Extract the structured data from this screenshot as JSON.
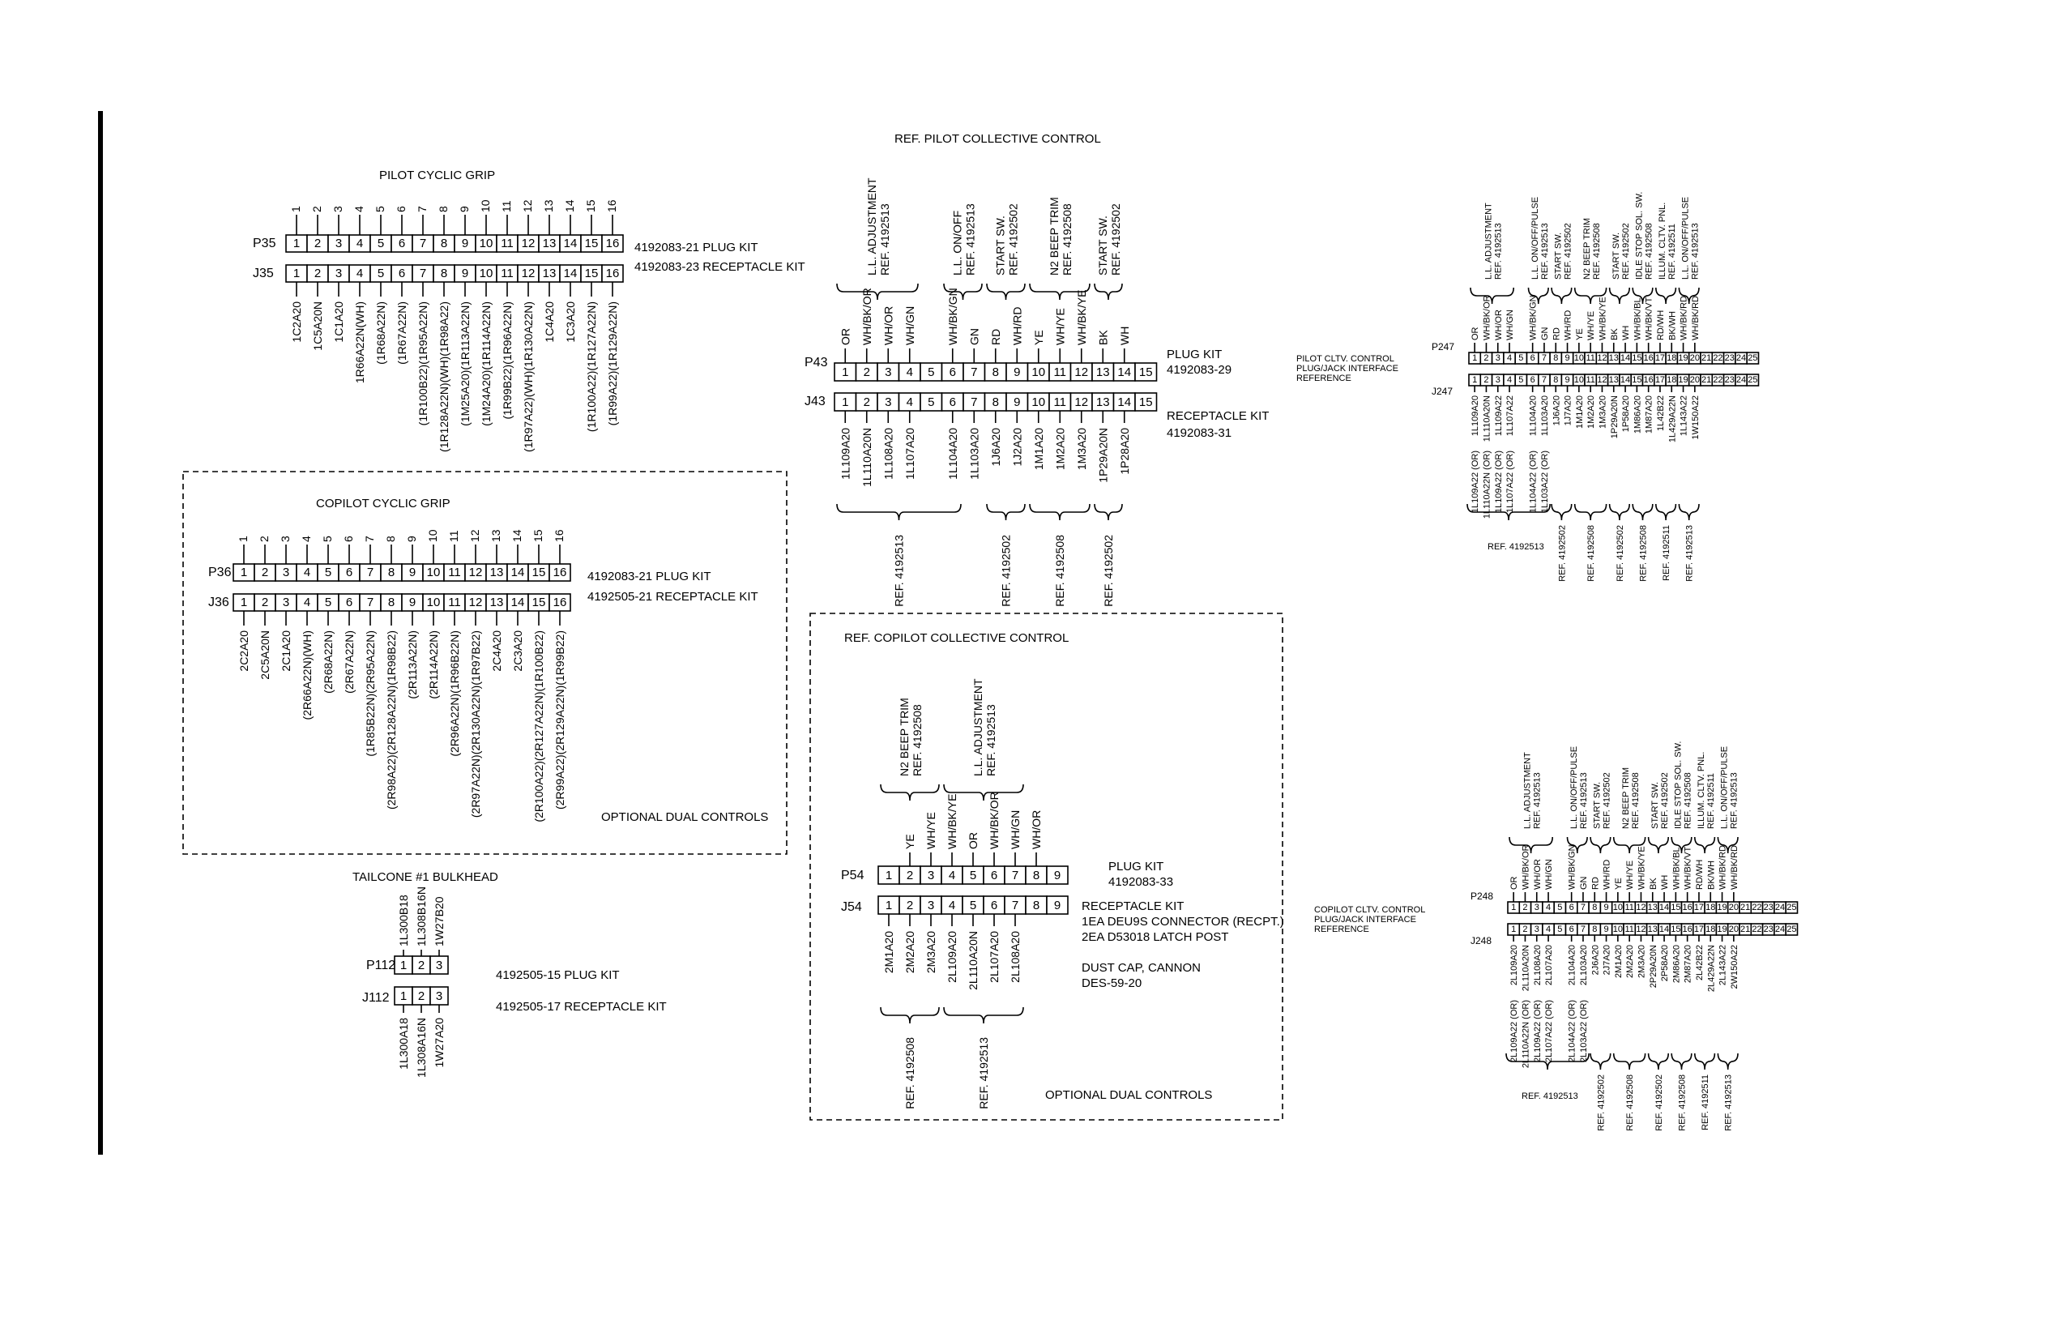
{
  "pilot_cyclic": {
    "title": "PILOT CYCLIC GRIP",
    "plug": {
      "id": "P35",
      "pins": [
        "1",
        "2",
        "3",
        "4",
        "5",
        "6",
        "7",
        "8",
        "9",
        "10",
        "11",
        "12",
        "13",
        "14",
        "15",
        "16"
      ],
      "kit": "4192083-21 PLUG KIT"
    },
    "receptacle": {
      "id": "J35",
      "pins": [
        "1",
        "2",
        "3",
        "4",
        "5",
        "6",
        "7",
        "8",
        "9",
        "10",
        "11",
        "12",
        "13",
        "14",
        "15",
        "16"
      ],
      "kit": "4192083-23 RECEPTACLE KIT"
    },
    "wires": [
      "1C2A20",
      "1C5A20N",
      "1C1A20",
      "1R66A22N(WH)",
      "(1R68A22N)",
      "(1R67A22N)",
      "(1R100B22)(1R95A22N)",
      "(1R128A22N)(WH)(1R98A22)",
      "(1M25A20)(1R113A22N)",
      "(1M24A20)(1R114A22N)",
      "(1R99B22)(1R96A22N)",
      "(1R97A22)(WH)(1R130A22N)",
      "1C4A20",
      "1C3A20",
      "(1R100A22)(1R127A22N)",
      "(1R99A22)(1R129A22N)"
    ]
  },
  "copilot_cyclic": {
    "title": "COPILOT CYCLIC GRIP",
    "plug": {
      "id": "P36",
      "pins": [
        "1",
        "2",
        "3",
        "4",
        "5",
        "6",
        "7",
        "8",
        "9",
        "10",
        "11",
        "12",
        "13",
        "14",
        "15",
        "16"
      ],
      "kit": "4192083-21 PLUG KIT"
    },
    "receptacle": {
      "id": "J36",
      "pins": [
        "1",
        "2",
        "3",
        "4",
        "5",
        "6",
        "7",
        "8",
        "9",
        "10",
        "11",
        "12",
        "13",
        "14",
        "15",
        "16"
      ],
      "kit": "4192505-21 RECEPTACLE KIT"
    },
    "wires": [
      "2C2A20",
      "2C5A20N",
      "2C1A20",
      "(2R66A22N)(WH)",
      "(2R68A22N)",
      "(2R67A22N)",
      "(1R85B22N)(2R95A22N)",
      "(2R98A22)(2R128A22N)(1R98B22)",
      "(2R113A22N)",
      "(2R114A22N)",
      "(2R96A22N)(1R96B22N)",
      "(2R97A22N)(2R130A22N)(1R97B22)",
      "2C4A20",
      "2C3A20",
      "(2R100A22)(2R127A22N)(1R100B22)",
      "(2R99A22)(2R129A22N)(1R99B22)"
    ],
    "optional_note": "OPTIONAL DUAL CONTROLS"
  },
  "tailcone": {
    "title": "TAILCONE #1 BULKHEAD",
    "plug": {
      "id": "P112",
      "pins": [
        "1",
        "2",
        "3"
      ],
      "kit": "4192505-15 PLUG KIT"
    },
    "receptacle": {
      "id": "J112",
      "pins": [
        "1",
        "2",
        "3"
      ],
      "kit": "4192505-17 RECEPTACLE KIT"
    },
    "top_wires": [
      "1L300B18",
      "1L308B16N",
      "1W27B20"
    ],
    "bottom_wires": [
      "1L300A18",
      "1L308A16N",
      "1W27A20"
    ]
  },
  "pilot_collective": {
    "title": "REF. PILOT COLLECTIVE CONTROL",
    "plug": {
      "id": "P43",
      "pins": [
        "1",
        "2",
        "3",
        "4",
        "5",
        "6",
        "7",
        "8",
        "9",
        "10",
        "11",
        "12",
        "13",
        "14",
        "15"
      ],
      "kit_line1": "PLUG KIT",
      "kit_line2": "4192083-29"
    },
    "receptacle": {
      "id": "J43",
      "pins": [
        "1",
        "2",
        "3",
        "4",
        "5",
        "6",
        "7",
        "8",
        "9",
        "10",
        "11",
        "12",
        "13",
        "14",
        "15"
      ],
      "kit_line1": "RECEPTACLE KIT",
      "kit_line2": "4192083-31"
    },
    "colors": [
      "OR",
      "WH/BK/OR",
      "WH/OR",
      "WH/GN",
      "",
      "WH/BK/GN",
      "GN",
      "RD",
      "WH/RD",
      "YE",
      "WH/YE",
      "WH/BK/YE",
      "BK",
      "WH",
      ""
    ],
    "wires": [
      "1L109A20",
      "1L110A20N",
      "1L108A20",
      "1L107A20",
      "",
      "1L104A20",
      "1L103A20",
      "1J6A20",
      "1J2A20",
      "1M1A20",
      "1M2A20",
      "1M3A20",
      "1P29A20N",
      "1P28A20",
      ""
    ],
    "top_groups": [
      {
        "line1": "L.L. ADJUSTMENT",
        "line2": "REF. 4192513"
      },
      {
        "line1": "L.L. ON/OFF",
        "line2": "REF. 4192513"
      },
      {
        "line1": "START SW.",
        "line2": "REF. 4192502"
      },
      {
        "line1": "N2 BEEP TRIM",
        "line2": "REF. 4192508"
      },
      {
        "line1": "START SW.",
        "line2": "REF. 4192502"
      }
    ],
    "bottom_refs": [
      "REF. 4192513",
      "REF. 4192502",
      "REF. 4192508",
      "REF. 4192502"
    ]
  },
  "copilot_collective": {
    "title": "REF. COPILOT COLLECTIVE CONTROL",
    "plug": {
      "id": "P54",
      "pins": [
        "1",
        "2",
        "3",
        "4",
        "5",
        "6",
        "7",
        "8",
        "9"
      ],
      "kit_line1": "PLUG KIT",
      "kit_line2": "4192083-33"
    },
    "receptacle": {
      "id": "J54",
      "pins": [
        "1",
        "2",
        "3",
        "4",
        "5",
        "6",
        "7",
        "8",
        "9"
      ]
    },
    "receptacle_notes": [
      "RECEPTACLE KIT",
      "1EA DEU9S CONNECTOR (RECPT.)",
      "2EA D53018 LATCH POST"
    ],
    "dust_cap": [
      "DUST CAP, CANNON",
      "DES-59-20"
    ],
    "colors": [
      "",
      "YE",
      "WH/YE",
      "WH/BK/YE",
      "OR",
      "WH/BK/OR",
      "WH/GN",
      "WH/OR",
      ""
    ],
    "wires": [
      "2M1A20",
      "2M2A20",
      "2M3A20",
      "2L109A20",
      "2L110A20N",
      "2L107A20",
      "2L108A20",
      "",
      ""
    ],
    "top_groups": [
      {
        "line1": "N2 BEEP TRIM",
        "line2": "REF. 4192508"
      },
      {
        "line1": "L.L. ADJUSTMENT",
        "line2": "REF. 4192513"
      }
    ],
    "bottom_refs": [
      "REF. 4192508",
      "REF. 4192513"
    ],
    "optional_note": "OPTIONAL DUAL CONTROLS"
  },
  "pilot_interface": {
    "label": [
      "PILOT CLTV. CONTROL",
      "PLUG/JACK INTERFACE",
      "REFERENCE"
    ],
    "plug_id": "P247",
    "jack_id": "J247",
    "pins": [
      "1",
      "2",
      "3",
      "4",
      "5",
      "6",
      "7",
      "8",
      "9",
      "10",
      "11",
      "12",
      "13",
      "14",
      "15",
      "16",
      "17",
      "18",
      "19",
      "20",
      "21",
      "22",
      "23",
      "24",
      "25"
    ],
    "colors": [
      "OR",
      "WH/BK/OR",
      "WH/OR",
      "WH/GN",
      "",
      "WH/BK/GN",
      "GN",
      "RD",
      "WH/RD",
      "YE",
      "WH/YE",
      "WH/BK/YE",
      "BK",
      "WH",
      "WH/BK/BL",
      "WH/BK/VT",
      "RD/WH",
      "BK/WH",
      "WH/BK/RD",
      "WH/BK/RD",
      "",
      "",
      "",
      "",
      ""
    ],
    "wires": [
      "1L109A20",
      "1L110A20N",
      "1L109A22",
      "1L107A22",
      "",
      "1L104A20",
      "1L103A20",
      "1J6A20",
      "1J7A20",
      "1M1A20",
      "1M2A20",
      "1M3A20",
      "1P29A20N",
      "1P58A20",
      "1M86A20",
      "1M87A20",
      "1L42B22",
      "1L429A22N",
      "1L143A22",
      "1W150A22",
      "",
      "",
      "",
      "",
      ""
    ],
    "wire_alts": [
      "1L109A22 (OR)",
      "1L110A22N (OR)",
      "1L109A22 (OR)",
      "1L107A22 (OR)",
      "",
      "1L104A22 (OR)",
      "1L103A22 (OR)",
      "",
      "",
      "",
      "",
      "",
      "",
      "",
      "",
      "",
      "",
      "",
      "",
      ""
    ],
    "top_groups": [
      {
        "line1": "L.L. ADJUSTMENT",
        "line2": "REF. 4192513"
      },
      {
        "line1": "L.L. ON/OFF/PULSE",
        "line2": "REF. 4192513"
      },
      {
        "line1": "START SW.",
        "line2": "REF. 4192502"
      },
      {
        "line1": "N2 BEEP TRIM",
        "line2": "REF. 4192508"
      },
      {
        "line1": "START SW.",
        "line2": "REF. 4192502"
      },
      {
        "line1": "IDLE STOP SOL. SW.",
        "line2": "REF. 4192508"
      },
      {
        "line1": "ILLUM. CLTV. PNL.",
        "line2": "REF. 4192511"
      },
      {
        "line1": "L.L. ON/OFF/PULSE",
        "line2": "REF. 4192513"
      }
    ],
    "bottom_refs": [
      "REF. 4192502",
      "REF. 4192508",
      "REF. 4192502",
      "REF. 4192508",
      "REF. 4192511",
      "REF. 4192513"
    ],
    "bottom_main": "REF. 4192513"
  },
  "copilot_interface": {
    "label": [
      "COPILOT CLTV. CONTROL",
      "PLUG/JACK INTERFACE",
      "REFERENCE"
    ],
    "plug_id": "P248",
    "jack_id": "J248",
    "pins": [
      "1",
      "2",
      "3",
      "4",
      "5",
      "6",
      "7",
      "8",
      "9",
      "10",
      "11",
      "12",
      "13",
      "14",
      "15",
      "16",
      "17",
      "18",
      "19",
      "20",
      "21",
      "22",
      "23",
      "24",
      "25"
    ],
    "colors": [
      "OR",
      "WH/BK/OR",
      "WH/OR",
      "WH/GN",
      "",
      "WH/BK/GN",
      "GN",
      "RD",
      "WH/RD",
      "YE",
      "WH/YE",
      "WH/BK/YE",
      "BK",
      "WH",
      "WH/BK/BL",
      "WH/BK/VT",
      "RD/WH",
      "BK/WH",
      "WH/BK/RD",
      "WH/BK/RD",
      "",
      "",
      "",
      "",
      ""
    ],
    "wires": [
      "2L109A20",
      "2L110A20N",
      "2L108A20",
      "2L107A20",
      "",
      "2L104A20",
      "2L103A20",
      "2J6A20",
      "2J7A20",
      "2M1A20",
      "2M2A20",
      "2M3A20",
      "2P29A20N",
      "2P58A20",
      "2M86A20",
      "2M87A20",
      "2L42B22",
      "2L429A22N",
      "2L143A22",
      "2W150A22",
      "",
      "",
      "",
      "",
      ""
    ],
    "wire_alts": [
      "2L109A22 (OR)",
      "2L110A22N (OR)",
      "2L109A22 (OR)",
      "2L107A22 (OR)",
      "",
      "2L104A22 (OR)",
      "2L103A22 (OR)",
      "",
      "",
      "",
      "",
      "",
      "",
      "",
      "",
      "",
      "",
      "",
      "",
      ""
    ],
    "top_groups": [
      {
        "line1": "L.L. ADJUSTMENT",
        "line2": "REF. 4192513"
      },
      {
        "line1": "L.L. ON/OFF/PULSE",
        "line2": "REF. 4192513"
      },
      {
        "line1": "START SW.",
        "line2": "REF. 4192502"
      },
      {
        "line1": "N2 BEEP TRIM",
        "line2": "REF. 4192508"
      },
      {
        "line1": "START SW.",
        "line2": "REF. 4192502"
      },
      {
        "line1": "IDLE STOP SOL. SW.",
        "line2": "REF. 4192508"
      },
      {
        "line1": "ILLUM. CLTV. PNL.",
        "line2": "REF. 4192511"
      },
      {
        "line1": "L.L. ON/OFF/PULSE",
        "line2": "REF. 4192513"
      }
    ],
    "bottom_refs": [
      "REF. 4192502",
      "REF. 4192508",
      "REF. 4192502",
      "REF. 4192508",
      "REF. 4192511",
      "REF. 4192513"
    ],
    "bottom_main": "REF. 4192513"
  }
}
